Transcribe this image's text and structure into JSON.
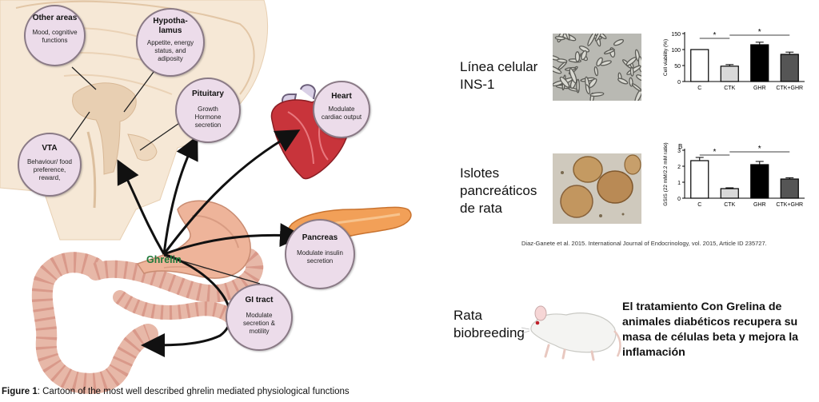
{
  "colors": {
    "ghrelin_label": "#1f7a3a",
    "bubble_fill": "#ecdcea",
    "arrow": "#111111",
    "tissue": "#f3e1c8",
    "stomach": "#eeb49a",
    "heart": "#c8343b",
    "pancreas": "#f2a058",
    "bar_control": "#ffffff",
    "bar_ctk": "#d9d9d9",
    "bar_ghr": "#000000",
    "bar_ctk_ghr": "#555555"
  },
  "diagram": {
    "ghrelin_label": "Ghrelin",
    "caption_bold": "Figure 1",
    "caption_rest": ": Cartoon of  the most well described ghrelin mediated physiological functions",
    "bubbles": {
      "other_areas": {
        "title": "Other areas",
        "desc": "Mood, cognitive functions"
      },
      "hypothalamus": {
        "title": "Hypotha-\nlamus",
        "desc": "Appetite, energy status, and adiposity"
      },
      "pituitary": {
        "title": "Pituitary",
        "desc": "Growth Hormone secretion"
      },
      "vta": {
        "title": "VTA",
        "desc": "Behaviour/ food preference, reward,"
      },
      "heart": {
        "title": "Heart",
        "desc": "Modulate cardiac output"
      },
      "pancreas": {
        "title": "Pancreas",
        "desc": "Modulate insulin secretion"
      },
      "gi_tract": {
        "title": "GI tract",
        "desc": "Modulate secretion & motility"
      }
    },
    "icons": [
      "brain-illustration",
      "stomach-illustration",
      "intestine-illustration",
      "heart-illustration",
      "pancreas-illustration",
      "rat-illustration"
    ]
  },
  "right_panel": {
    "label_ins1": "Línea celular\nINS-1",
    "label_islets": "Islotes\npancreáticos\nde rata",
    "label_rat": "Rata\nbiobreeding",
    "citation": "Diaz-Ganete et al. 2015.  International  Journal  of  Endocrinology,  vol.  2015,  Article  ID  235727.",
    "conclusion": "El tratamiento Con Grelina de animales diabéticos recupera su masa de células beta y mejora la inflamación"
  },
  "chart_data": [
    {
      "type": "bar",
      "panel_letter": "",
      "categories": [
        "C",
        "CTK",
        "GHR",
        "CTK+GHR"
      ],
      "values": [
        100,
        48,
        115,
        85
      ],
      "errors": [
        0,
        5,
        8,
        7
      ],
      "ylabel": "Cell viability (%)",
      "ylim": [
        0,
        150
      ],
      "yticks": [
        "0",
        "50",
        "100",
        "150"
      ],
      "significance": [
        "*",
        "*"
      ],
      "legend": "none",
      "grid": false
    },
    {
      "type": "bar",
      "panel_letter": "B",
      "categories": [
        "C",
        "CTK",
        "GHR",
        "CTK+GHR"
      ],
      "values": [
        2.35,
        0.6,
        2.1,
        1.2
      ],
      "errors": [
        0.2,
        0.05,
        0.2,
        0.08
      ],
      "ylabel": "GSIS (22 mM/2.2 mM ratio)",
      "ylim": [
        0,
        3
      ],
      "yticks": [
        "0",
        "1",
        "2",
        "3"
      ],
      "significance": [
        "*",
        "*"
      ],
      "legend": "none",
      "grid": false
    }
  ]
}
